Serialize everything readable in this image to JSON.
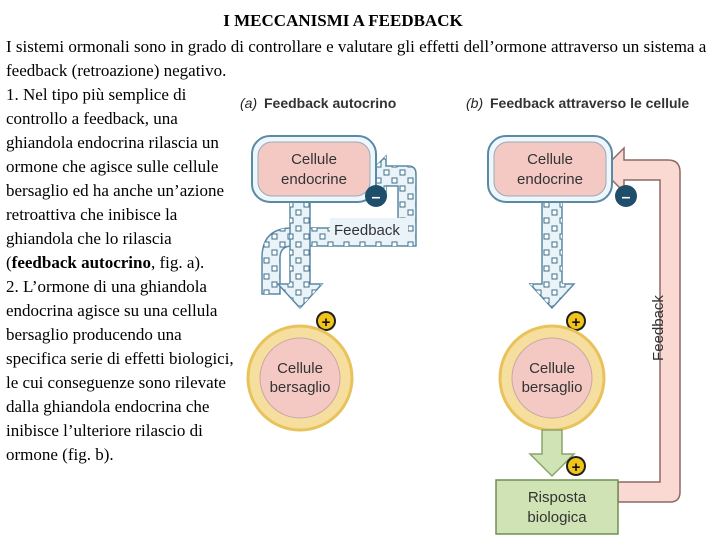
{
  "title": "I MECCANISMI A FEEDBACK",
  "intro": "I sistemi ormonali sono in grado di controllare e valutare gli effetti dell’ormone attraverso un sistema a feedback (retroazione) negativo.",
  "para1": {
    "text_before": "1. Nel tipo più semplice di controllo a feedback, una ghiandola endocrina rilascia un ormone che agisce sulle cellule bersaglio ed ha anche un’azione retroattiva che inibisce la ghiandola che lo rilascia (",
    "bold": "feedback autocrino",
    "text_after": ", fig. a)."
  },
  "para2": "2. L’ormone di una ghiandola endocrina agisce su una cellula bersaglio producendo una specifica serie di effetti biologici, le cui conseguenze sono rilevate dalla ghiandola endocrina che inibisce l’ulteriore rilascio di ormone (fig. b).",
  "diagram": {
    "panel_a": {
      "letter": "(a)",
      "title": "Feedback autocrino",
      "endocrine_line1": "Cellule",
      "endocrine_line2": "endocrine",
      "target_line1": "Cellule",
      "target_line2": "bersaglio",
      "feedback_label": "Feedback",
      "minus": "–",
      "plus": "+"
    },
    "panel_b": {
      "letter": "(b)",
      "title": "Feedback attraverso le cellule",
      "endocrine_line1": "Cellule",
      "endocrine_line2": "endocrine",
      "target_line1": "Cellule",
      "target_line2": "bersaglio",
      "response_line1": "Risposta",
      "response_line2": "biologica",
      "feedback_label": "Feedback",
      "minus": "–",
      "plus1": "+",
      "plus2": "+"
    }
  }
}
